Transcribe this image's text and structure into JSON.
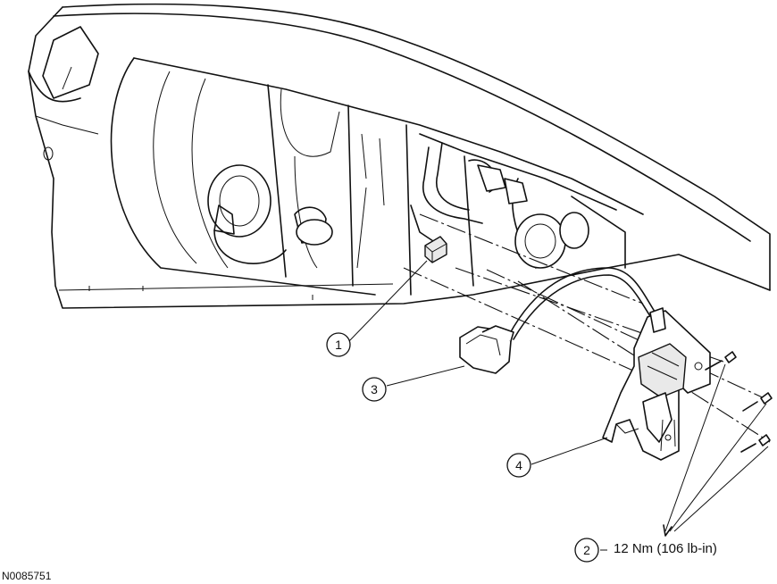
{
  "callouts": [
    {
      "id": "1",
      "label": "1"
    },
    {
      "id": "2",
      "label": "2"
    },
    {
      "id": "3",
      "label": "3"
    },
    {
      "id": "4",
      "label": "4"
    }
  ],
  "torque_spec": "12 Nm (106 lb-in)",
  "figure_id": "N0085751"
}
